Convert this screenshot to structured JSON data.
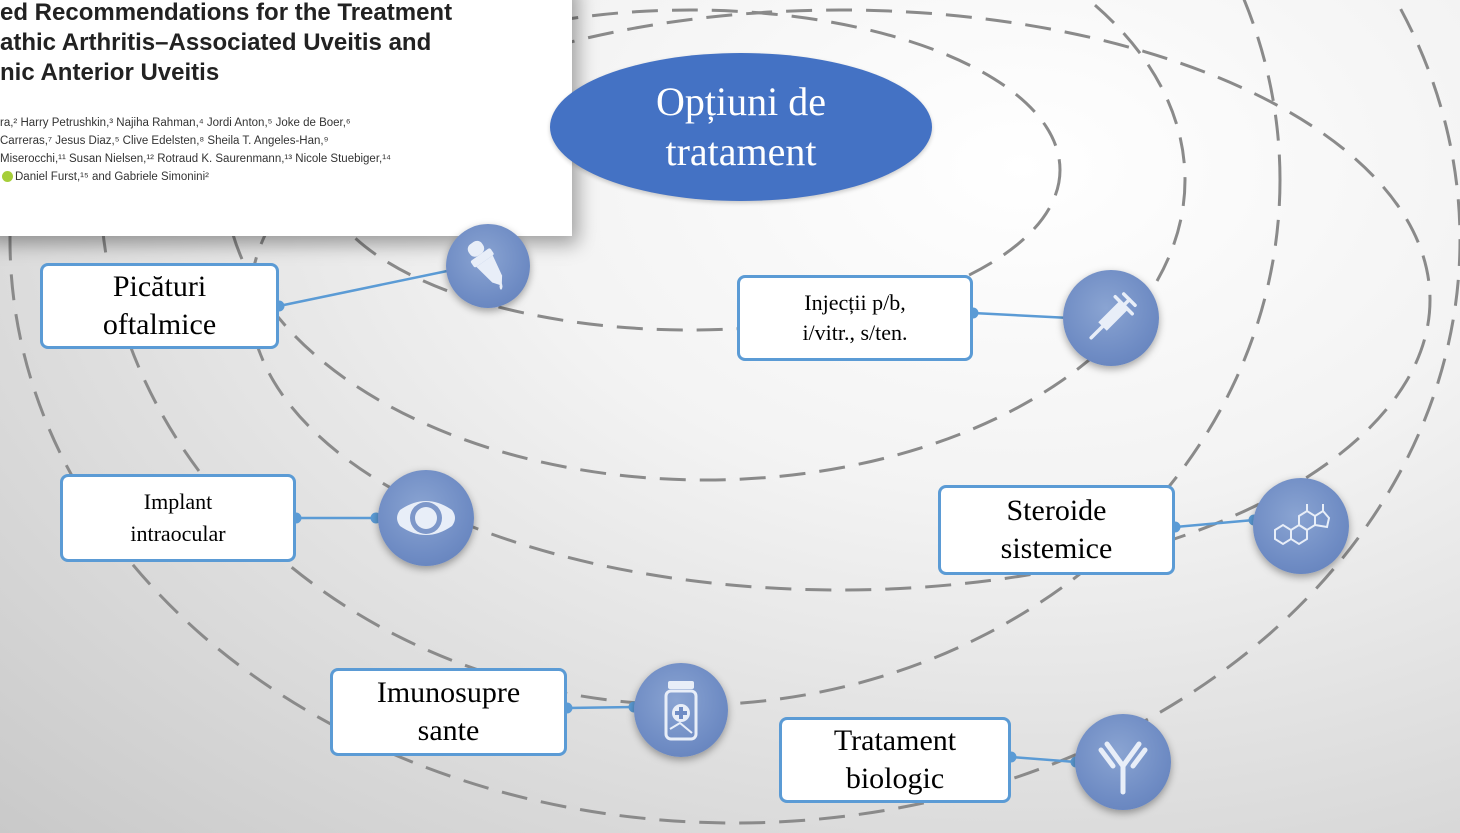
{
  "diagram_title": "Opțiuni de tratament",
  "paper": {
    "title": "ed Recommendations for the Treatment\nathic Arthritis–Associated Uveitis and\nnic Anterior Uveitis",
    "author_lines": [
      "ra,² Harry Petrushkin,³ Najiha Rahman,⁴ Jordi Anton,⁵ Joke de Boer,⁶",
      "Carreras,⁷ Jesus Diaz,⁵ Clive Edelsten,⁸ Sheila T. Angeles-Han,⁹",
      "Miserocchi,¹¹ Susan Nielsen,¹² Rotraud K. Saurenmann,¹³ Nicole Stuebiger,¹⁴",
      "Daniel Furst,¹⁵ and Gabriele Simonini²"
    ]
  },
  "treatments": [
    {
      "id": "picaturi",
      "label": "Picături\noftalmice",
      "icon": "eye-dropper-icon"
    },
    {
      "id": "injectii",
      "label": "Injecții p/b,\ni/vitr., s/ten.",
      "icon": "syringe-icon"
    },
    {
      "id": "implant",
      "label": "Implant\nintraocular",
      "icon": "intraocular-implant-icon"
    },
    {
      "id": "steroide",
      "label": "Steroide\nsistemice",
      "icon": "steroid-molecule-icon"
    },
    {
      "id": "imuno",
      "label": "Imunosupre\nsante",
      "icon": "medicine-bottle-icon"
    },
    {
      "id": "biologic",
      "label": "Tratament\nbiologic",
      "icon": "antibody-icon"
    }
  ],
  "colors": {
    "accent": "#4472c4",
    "box_border": "#5b9bd5",
    "icon_fill": "#6f8cc4",
    "connector": "#5b9bd5",
    "orbit": "#8a8a8a"
  }
}
